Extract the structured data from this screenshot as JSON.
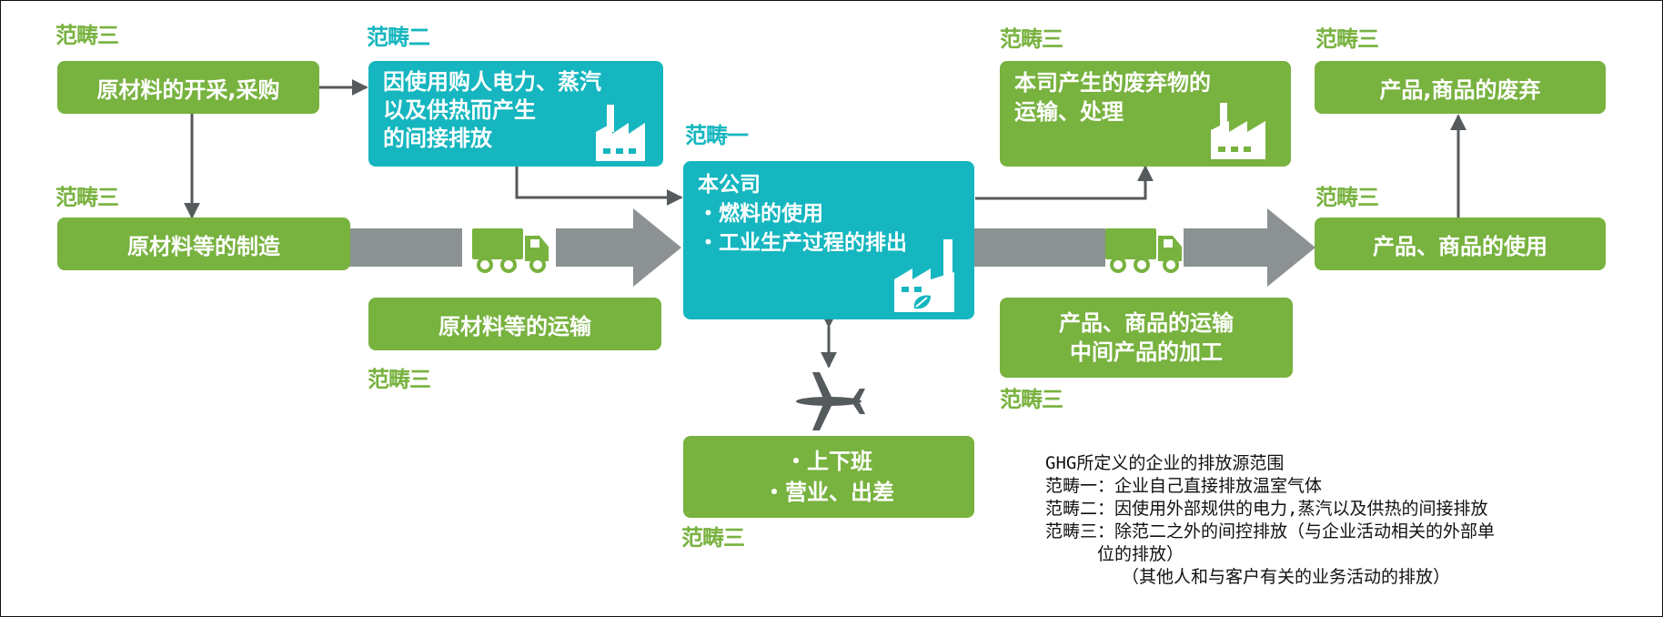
{
  "colors": {
    "green": "#78b23f",
    "teal": "#15b6bf",
    "arrow_gray": "#8c9193",
    "line_gray": "#555a5c"
  },
  "scope_labels": {
    "raw_mining": "范畴三",
    "raw_manufacture": "范畴三",
    "indirect": "范畴二",
    "company": "范畴一",
    "raw_transport": "范畴三",
    "commute": "范畴三",
    "waste": "范畴三",
    "product_disposal": "范畴三",
    "product_use": "范畴三",
    "product_transport": "范畴三"
  },
  "boxes": {
    "raw_mining": "原材料的开采,采购",
    "raw_manufacture": "原材料等的制造",
    "indirect": [
      "因使用购人电力、蒸汽",
      "以及供热而产生",
      "的间接排放"
    ],
    "company": [
      "本公司",
      "・燃料的使用",
      "・工业生产过程的排出"
    ],
    "raw_transport": "原材料等的运输",
    "commute": [
      "・上下班",
      "・营业、出差"
    ],
    "waste": [
      "本司产生的废弃物的",
      "运输、处理"
    ],
    "product_disposal": "产品,商品的废弃",
    "product_use": "产品、商品的使用",
    "product_transport": [
      "产品、商品的运输",
      "中间产品的加工"
    ]
  },
  "icons": [
    "factory-icon",
    "truck-icon",
    "airplane-icon",
    "leaf-factory-icon"
  ],
  "legend": {
    "title": "GHG所定义的企业的排放源范围",
    "scope1": "范畴一：企业自己直接排放温室气体",
    "scope2": "范畴二：因使用外部规供的电力,蒸汽以及供热的间接排放",
    "scope3_line1": "范畴三：除范二之外的间控排放（与企业活动相关的外部单",
    "scope3_line2": "位的排放）",
    "scope3_line3": "（其他人和与客户有关的业务活动的排放）"
  }
}
